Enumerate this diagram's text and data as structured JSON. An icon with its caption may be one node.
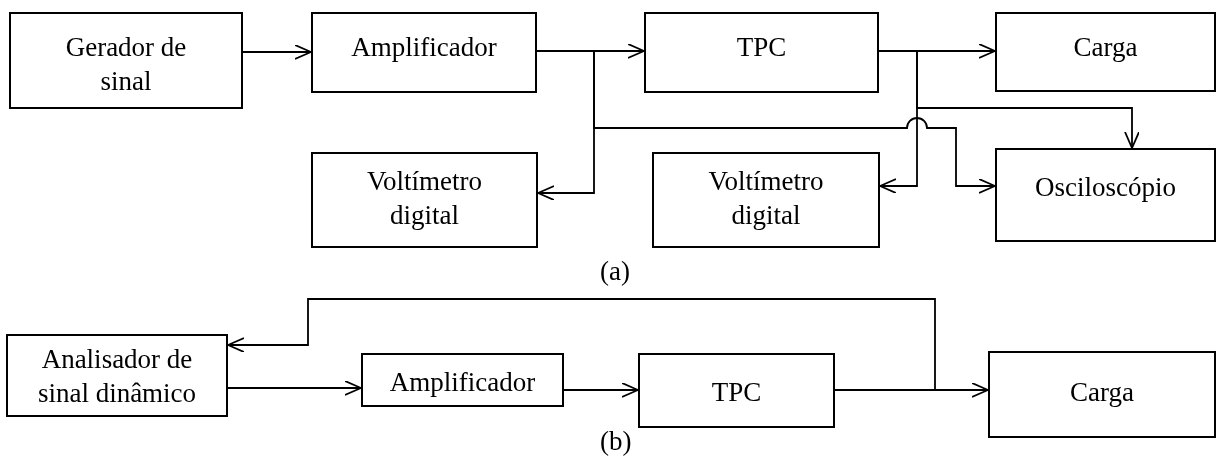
{
  "diagram": {
    "nodes": [
      {
        "text": [
          "Gerador de sinal"
        ]
      },
      {
        "text": [
          "Amplificador"
        ]
      },
      {
        "text": [
          "TPC"
        ]
      },
      {
        "text": [
          "Carga"
        ]
      },
      {
        "text": [
          "Voltímetro digital"
        ]
      },
      {
        "text": [
          "Voltímetro digital"
        ]
      },
      {
        "text": [
          "Osciloscópio"
        ]
      },
      {
        "text": [
          "Analisador de sinal dinâmico"
        ]
      },
      {
        "text": [
          "Amplificador"
        ]
      },
      {
        "text": [
          "TPC"
        ]
      },
      {
        "text": [
          "Carga"
        ]
      }
    ],
    "edges": [
      {
        "from": 0,
        "to": 1,
        "arrow": "to"
      },
      {
        "from": 1,
        "to": 2,
        "arrow": "to"
      },
      {
        "from": 1,
        "to": 4,
        "arrow": "to"
      },
      {
        "from": 1,
        "to": 6,
        "arrow": "to"
      },
      {
        "from": 2,
        "to": 3,
        "arrow": "to"
      },
      {
        "from": 2,
        "to": 5,
        "arrow": "to"
      },
      {
        "from": 2,
        "to": 6,
        "arrow": "to"
      },
      {
        "from": 7,
        "to": 8,
        "arrow": "to"
      },
      {
        "from": 8,
        "to": 9,
        "arrow": "to"
      },
      {
        "from": 9,
        "to": 10,
        "arrow": "to"
      },
      {
        "from": 9,
        "to": 7,
        "arrow": "to"
      }
    ],
    "labels": [
      "(a)",
      "(b)"
    ]
  }
}
